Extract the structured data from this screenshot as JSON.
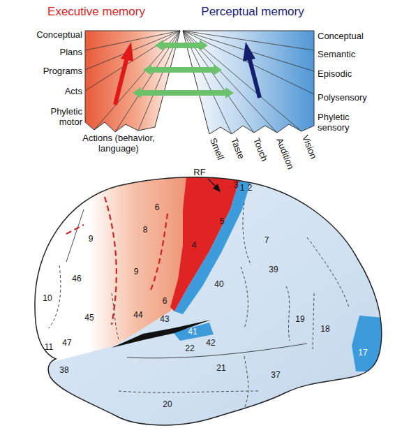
{
  "diagram": {
    "labels": [
      "Executive memory",
      "Perceptual memory",
      "Conceptual",
      "Plans",
      "Programs",
      "Acts",
      "Phyletic motor",
      "Actions (behavior, language)",
      "Conceptual",
      "Semantic",
      "Episodic",
      "Polysensory",
      "Phyletic sensory",
      "Smell",
      "Taste",
      "Touch",
      "Audition",
      "Vision",
      "RF",
      "3",
      "1",
      "2",
      "6",
      "8",
      "9",
      "5",
      "7",
      "4",
      "46",
      "9",
      "10",
      "40",
      "39",
      "45",
      "44",
      "6",
      "43",
      "41",
      "42",
      "22",
      "19",
      "18",
      "11",
      "47",
      "17",
      "38",
      "21",
      "37",
      "20"
    ]
  }
}
